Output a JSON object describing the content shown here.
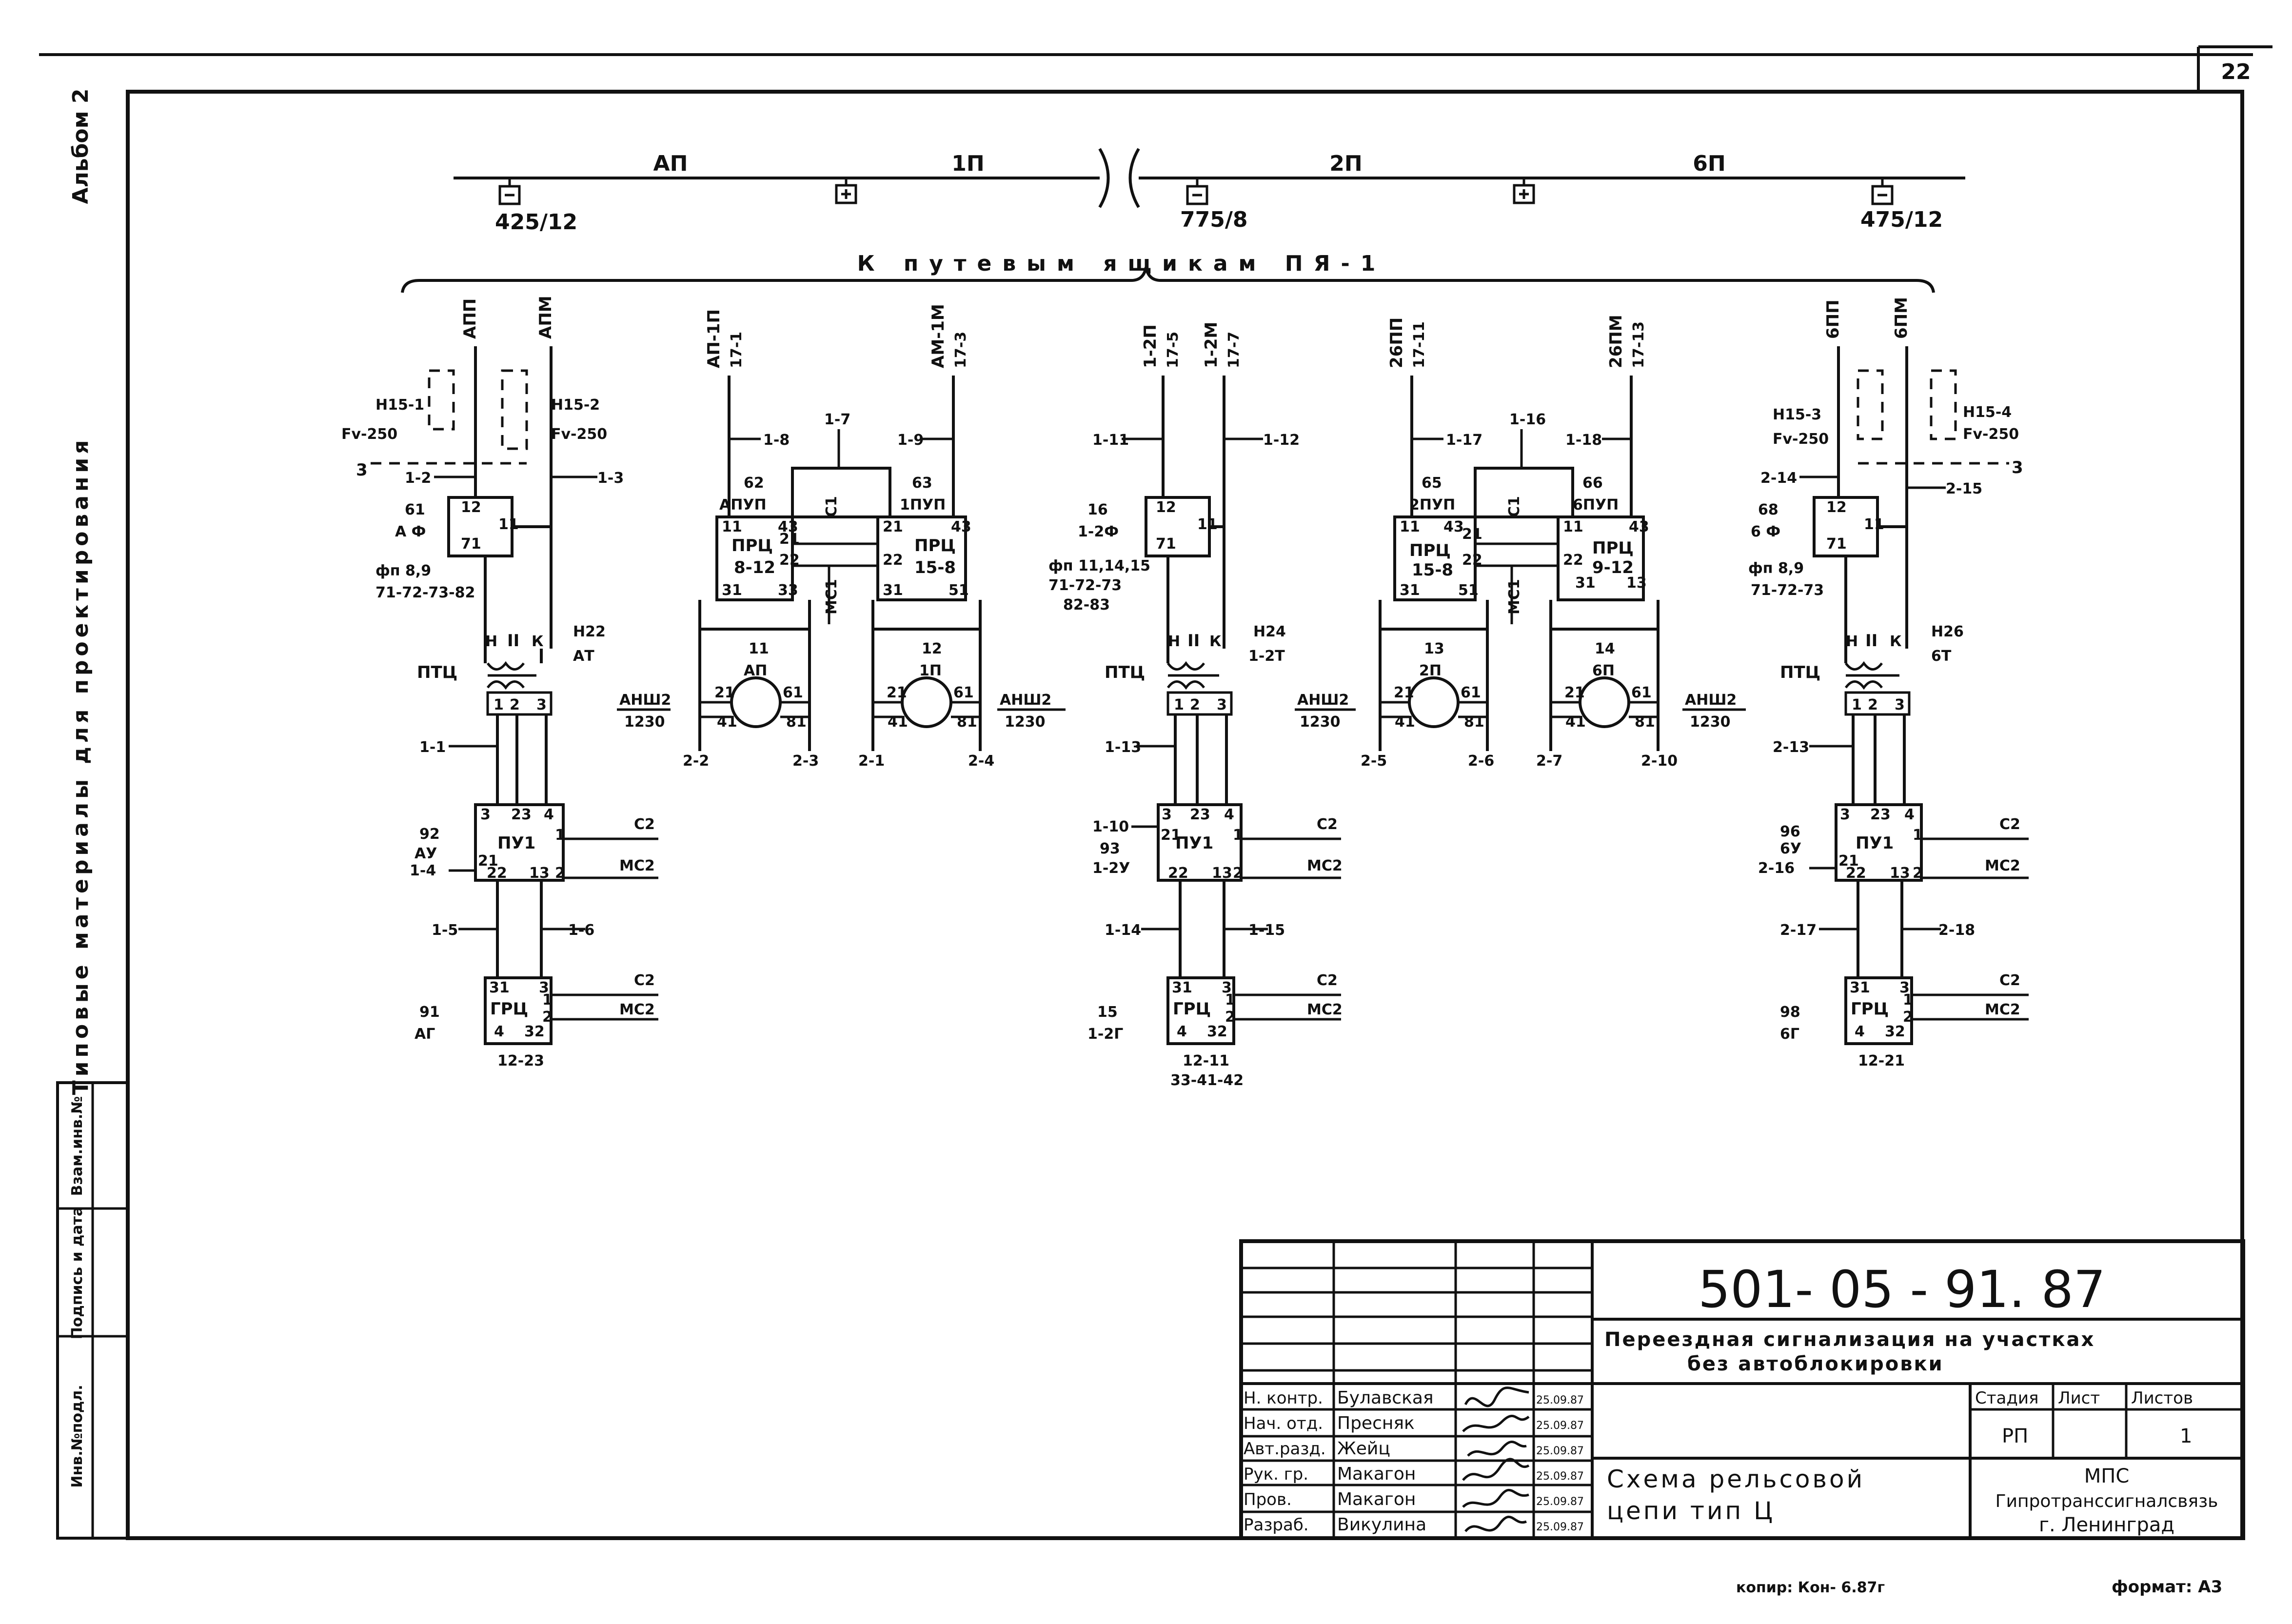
{
  "sheet": {
    "page_number": "22",
    "copy_note": "копир: Кон- 6.87г",
    "format": "формат: А3"
  },
  "left_margin": {
    "album": "Альбом 2",
    "series_title": "Типовые материалы для проектирования",
    "stamp_cells": [
      "Взам.инв.№",
      "Подпись и дата",
      "Инв.№подл."
    ]
  },
  "track": {
    "sections": [
      "АП",
      "1П",
      "2П",
      "6П"
    ],
    "marks": [
      "425/12",
      "775/8",
      "475/12"
    ],
    "caption": "К путевым ящикам ПЯ-1"
  },
  "circuits": {
    "c1": {
      "wires": [
        "АПП",
        "АПМ"
      ],
      "fuse_left": [
        "Н15-1",
        "Fv-250"
      ],
      "fuse_right": [
        "Н15-2",
        "Fv-250"
      ],
      "ground": "3",
      "tap_left": "1-2",
      "tap_right": "1-3",
      "relay_tag": [
        "61",
        "А Ф"
      ],
      "relay_pins": [
        "12",
        "11",
        "71"
      ],
      "relay_note": [
        "фп 8,9",
        "71-72-73-82"
      ],
      "transformer_side": [
        "Н",
        "II",
        "К"
      ],
      "transformer_tag": [
        "Н22",
        "АТ"
      ],
      "transformer_name": "ПТЦ",
      "sec_pins": [
        "1",
        "2",
        "3"
      ],
      "taps_mid": [
        "1-1",
        "1-4",
        "1-5",
        "1-6"
      ],
      "pu_name": "ПУ1",
      "pu_tag": [
        "92",
        "АУ"
      ],
      "pu_pins": [
        "3",
        "23",
        "4",
        "21",
        "22",
        "13",
        "1",
        "2"
      ],
      "outs": [
        "С2",
        "МС2",
        "С2",
        "МС2"
      ],
      "grc_name": "ГРЦ",
      "grc_tag": [
        "91",
        "АГ"
      ],
      "grc_pins": [
        "31",
        "3",
        "1",
        "2",
        "4",
        "32"
      ],
      "grc_note": [
        "12-23"
      ]
    },
    "c2": {
      "wires": [
        "АП-1П",
        "17-1",
        "АМ-1М",
        "17-3"
      ],
      "taps": [
        "1-8",
        "1-7",
        "1-9"
      ],
      "c1": "С1",
      "mc1": "МС1",
      "relay_a": {
        "tag": [
          "62",
          "АПУП"
        ],
        "name": "ПРЦ",
        "num": "8-12",
        "pins": [
          "11",
          "43",
          "21",
          "22",
          "31",
          "33"
        ]
      },
      "relay_b": {
        "tag": [
          "63",
          "1ПУП"
        ],
        "name": "ПРЦ",
        "num": "15-8",
        "pins": [
          "21",
          "43",
          "22",
          "31",
          "51"
        ]
      },
      "motor_a": {
        "tag": [
          "11",
          "АП"
        ],
        "pins": [
          "21",
          "61",
          "41",
          "81"
        ],
        "taps": [
          "2-2",
          "2-3"
        ]
      },
      "motor_b": {
        "tag": [
          "12",
          "1П"
        ],
        "pins": [
          "21",
          "61",
          "41",
          "81"
        ],
        "taps": [
          "2-1",
          "2-4"
        ]
      },
      "anw_left": [
        "АНШ2",
        "1230"
      ],
      "anw_right": [
        "АНШ2",
        "1230"
      ]
    },
    "c3": {
      "wires": [
        "1-2П",
        "17-5",
        "1-2М",
        "17-7"
      ],
      "taps": [
        "1-11",
        "1-12"
      ],
      "relay_tag": [
        "16",
        "1-2Ф"
      ],
      "relay_pins": [
        "12",
        "11",
        "71"
      ],
      "relay_note": [
        "фп 11,14,15",
        "71-72-73",
        "82-83"
      ],
      "transformer_side": [
        "Н",
        "II",
        "К"
      ],
      "transformer_tag": [
        "Н24",
        "1-2Т"
      ],
      "transformer_name": "ПТЦ",
      "sec_pins": [
        "1",
        "2",
        "3"
      ],
      "taps_mid": [
        "1-13",
        "1-10",
        "1-14",
        "1-15"
      ],
      "pu_name": "ПУ1",
      "pu_tag": [
        "93",
        "1-2У"
      ],
      "pu_pins": [
        "3",
        "23",
        "4",
        "21",
        "22",
        "13",
        "1",
        "2"
      ],
      "outs": [
        "С2",
        "МС2",
        "С2",
        "МС2"
      ],
      "grc_name": "ГРЦ",
      "grc_tag": [
        "15",
        "1-2Г"
      ],
      "grc_pins": [
        "31",
        "3",
        "1",
        "2",
        "4",
        "32"
      ],
      "grc_note": [
        "12-11",
        "33-41-42"
      ]
    },
    "c4": {
      "wires": [
        "26ПП",
        "17-11",
        "26ПМ",
        "17-13"
      ],
      "taps": [
        "1-17",
        "1-16",
        "1-18"
      ],
      "c1": "С1",
      "mc1": "МС1",
      "relay_a": {
        "tag": [
          "65",
          "2ПУП"
        ],
        "name": "ПРЦ",
        "num": "15-8",
        "pins": [
          "11",
          "43",
          "21",
          "22",
          "31",
          "51"
        ]
      },
      "relay_b": {
        "tag": [
          "66",
          "6ПУП"
        ],
        "name": "ПРЦ",
        "num": "9-12",
        "pins": [
          "11",
          "43",
          "22",
          "31",
          "13"
        ]
      },
      "motor_a": {
        "tag": [
          "13",
          "2П"
        ],
        "pins": [
          "21",
          "61",
          "41",
          "81"
        ],
        "taps": [
          "2-5",
          "2-6"
        ]
      },
      "motor_b": {
        "tag": [
          "14",
          "6П"
        ],
        "pins": [
          "21",
          "61",
          "41",
          "81"
        ],
        "taps": [
          "2-7",
          "2-10"
        ]
      },
      "anw_left": [
        "АНШ2",
        "1230"
      ],
      "anw_right": [
        "АНШ2",
        "1230"
      ]
    },
    "c5": {
      "wires": [
        "6ПП",
        "6ПМ"
      ],
      "fuse_left": [
        "Н15-3",
        "Fv-250"
      ],
      "fuse_right": [
        "Н15-4",
        "Fv-250"
      ],
      "ground": "3",
      "tap_left": "2-14",
      "tap_right": "2-15",
      "relay_tag": [
        "68",
        "6 Ф"
      ],
      "relay_pins": [
        "12",
        "11",
        "71"
      ],
      "relay_note": [
        "фп 8,9",
        "71-72-73"
      ],
      "transformer_side": [
        "Н",
        "II",
        "К"
      ],
      "transformer_tag": [
        "Н26",
        "6Т"
      ],
      "transformer_name": "ПТЦ",
      "sec_pins": [
        "1",
        "2",
        "3"
      ],
      "taps_mid": [
        "2-13",
        "2-16",
        "2-17",
        "2-18"
      ],
      "pu_name": "ПУ1",
      "pu_tag": [
        "96",
        "6У"
      ],
      "pu_pins": [
        "3",
        "23",
        "4",
        "21",
        "22",
        "13",
        "1",
        "2"
      ],
      "outs": [
        "С2",
        "МС2",
        "С2",
        "МС2"
      ],
      "grc_name": "ГРЦ",
      "grc_tag": [
        "98",
        "6Г"
      ],
      "grc_pins": [
        "31",
        "3",
        "1",
        "2",
        "4",
        "32"
      ],
      "grc_note": [
        "12-21"
      ]
    }
  },
  "title_block": {
    "doc_number": "501- 05 - 91. 87",
    "project_title": [
      "Переездная сигнализация на участках",
      "без автоблокировки"
    ],
    "sheet_title": [
      "Схема рельсовой",
      "цепи тип Ц"
    ],
    "roles": [
      "Н. контр.",
      "Нач. отд.",
      "Авт.разд.",
      "Рук. гр.",
      "Пров.",
      "Разраб."
    ],
    "names": [
      "Булавская",
      "Пресняк",
      "Жейц",
      "Макагон",
      "Макагон",
      "Викулина"
    ],
    "dates": [
      "25.09.87",
      "25.09.87",
      "25.09.87",
      "25.09.87",
      "25.09.87",
      "25.09.87"
    ],
    "stage_header": [
      "Стадия",
      "Лист",
      "Листов"
    ],
    "stage_values": [
      "РП",
      "",
      "1"
    ],
    "org": [
      "МПС",
      "Гипротранссигналсвязь",
      "г. Ленинград"
    ]
  }
}
